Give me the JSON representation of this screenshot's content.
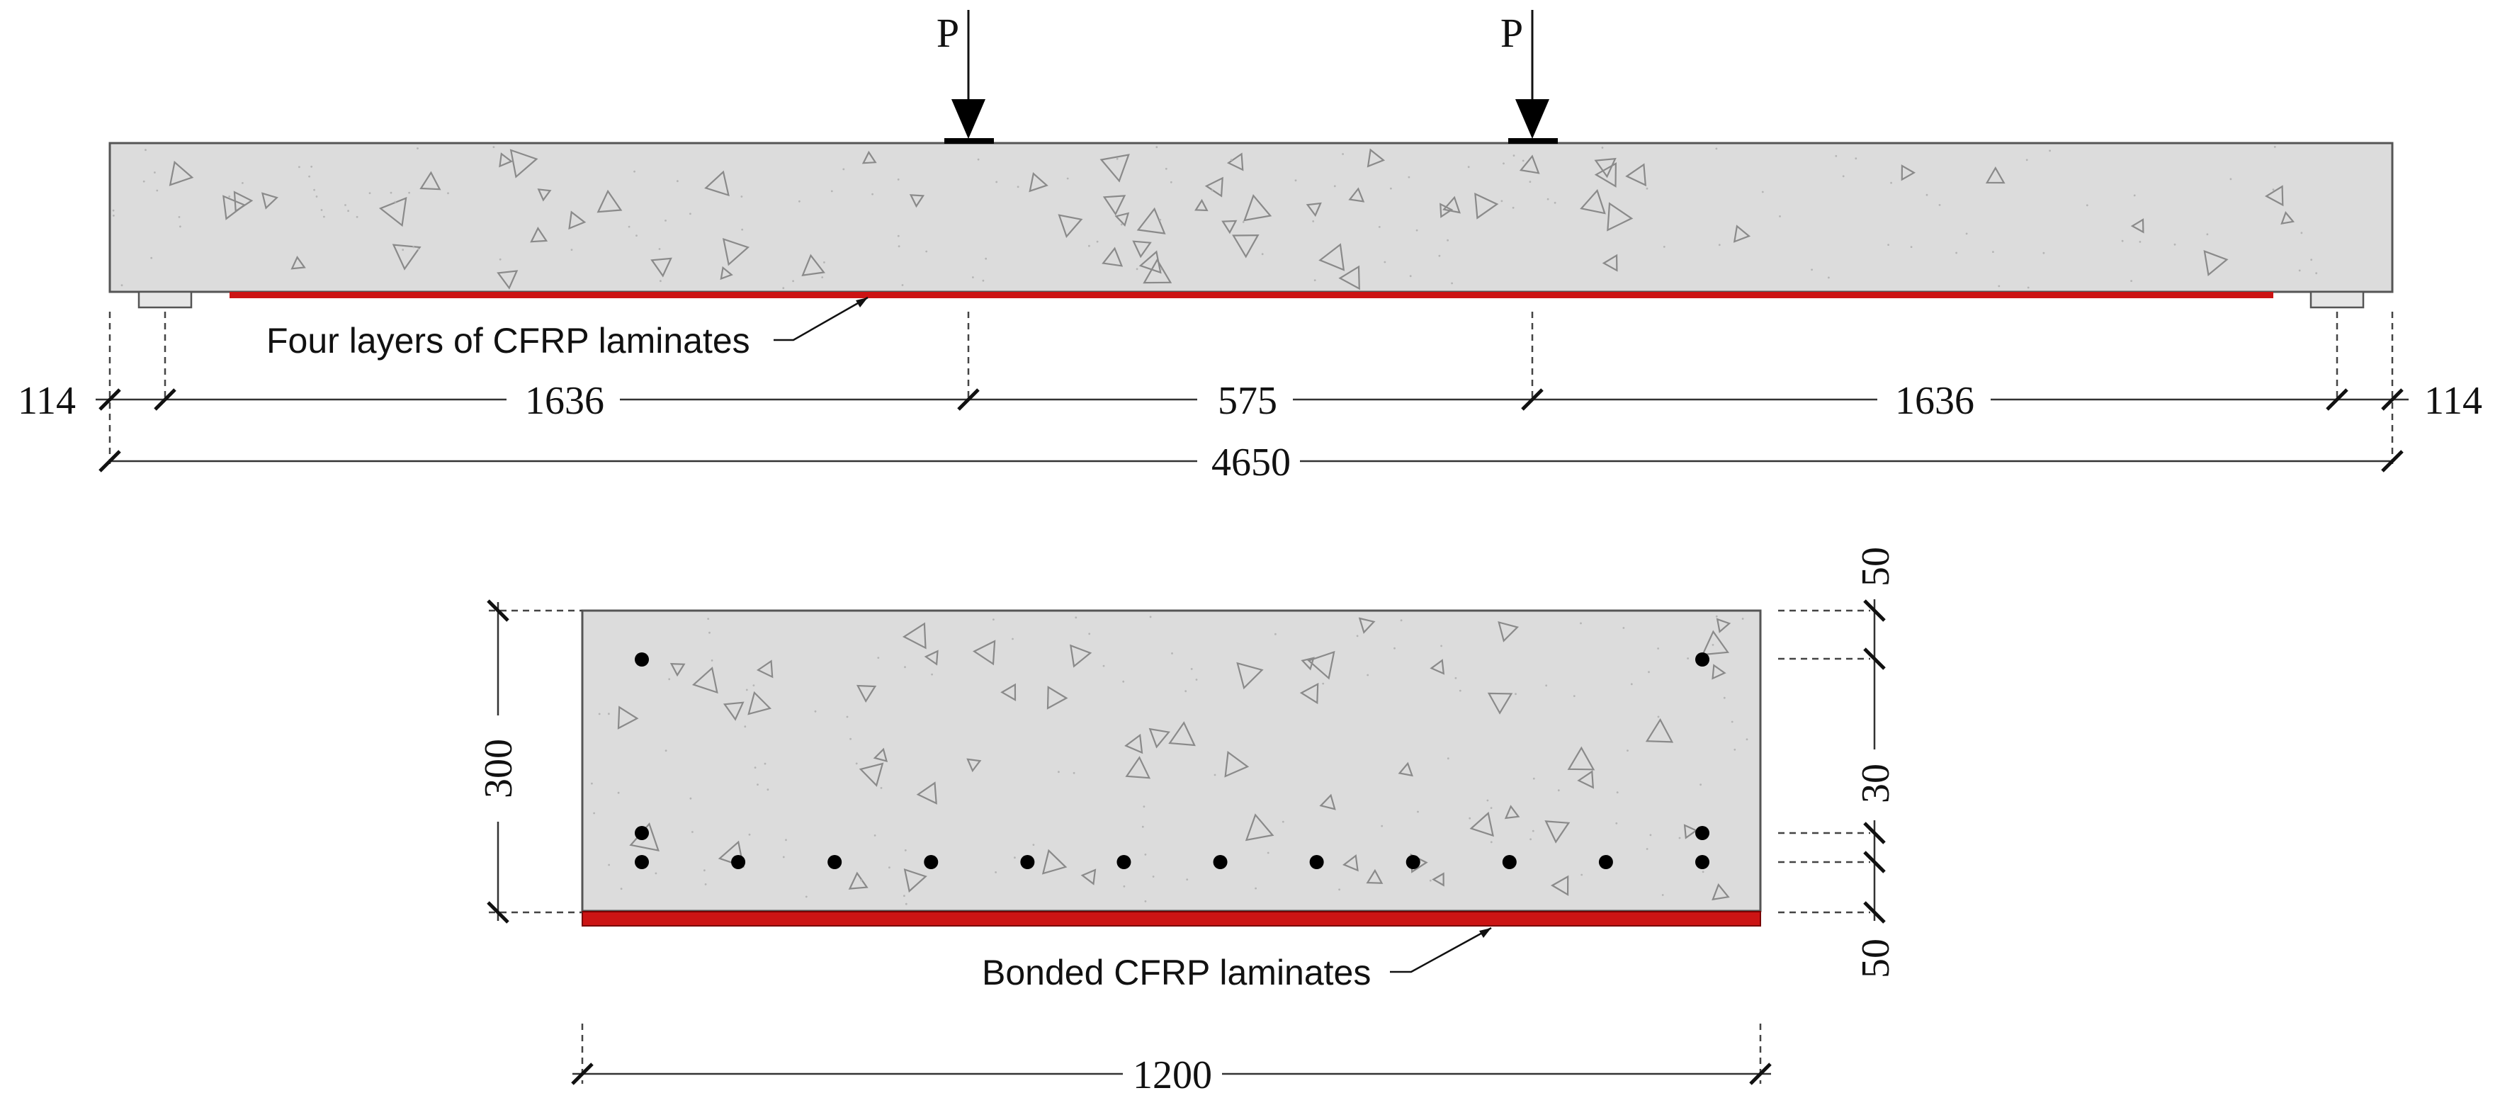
{
  "colors": {
    "concrete": "#dcdcdc",
    "cfrp": "#cc1414",
    "rebar": "#000000",
    "dimension_line": "#333333"
  },
  "elevation": {
    "loads": [
      {
        "label": "P"
      },
      {
        "label": "P"
      }
    ],
    "cfrp_label": "Four layers of CFRP laminates",
    "dimensions": {
      "overhang_left": "114",
      "shear_span_left": "1636",
      "load_spacing": "575",
      "shear_span_right": "1636",
      "overhang_right": "114",
      "total_length": "4650"
    }
  },
  "cross_section": {
    "cfrp_label": "Bonded CFRP laminates",
    "width": "1200",
    "height": "300",
    "cover_top": "50",
    "bar_spacing": "30",
    "cover_bottom": "50",
    "top_bar_count": 2,
    "bottom_bar_row1_count": 12,
    "bottom_bar_row2_count": 2
  }
}
